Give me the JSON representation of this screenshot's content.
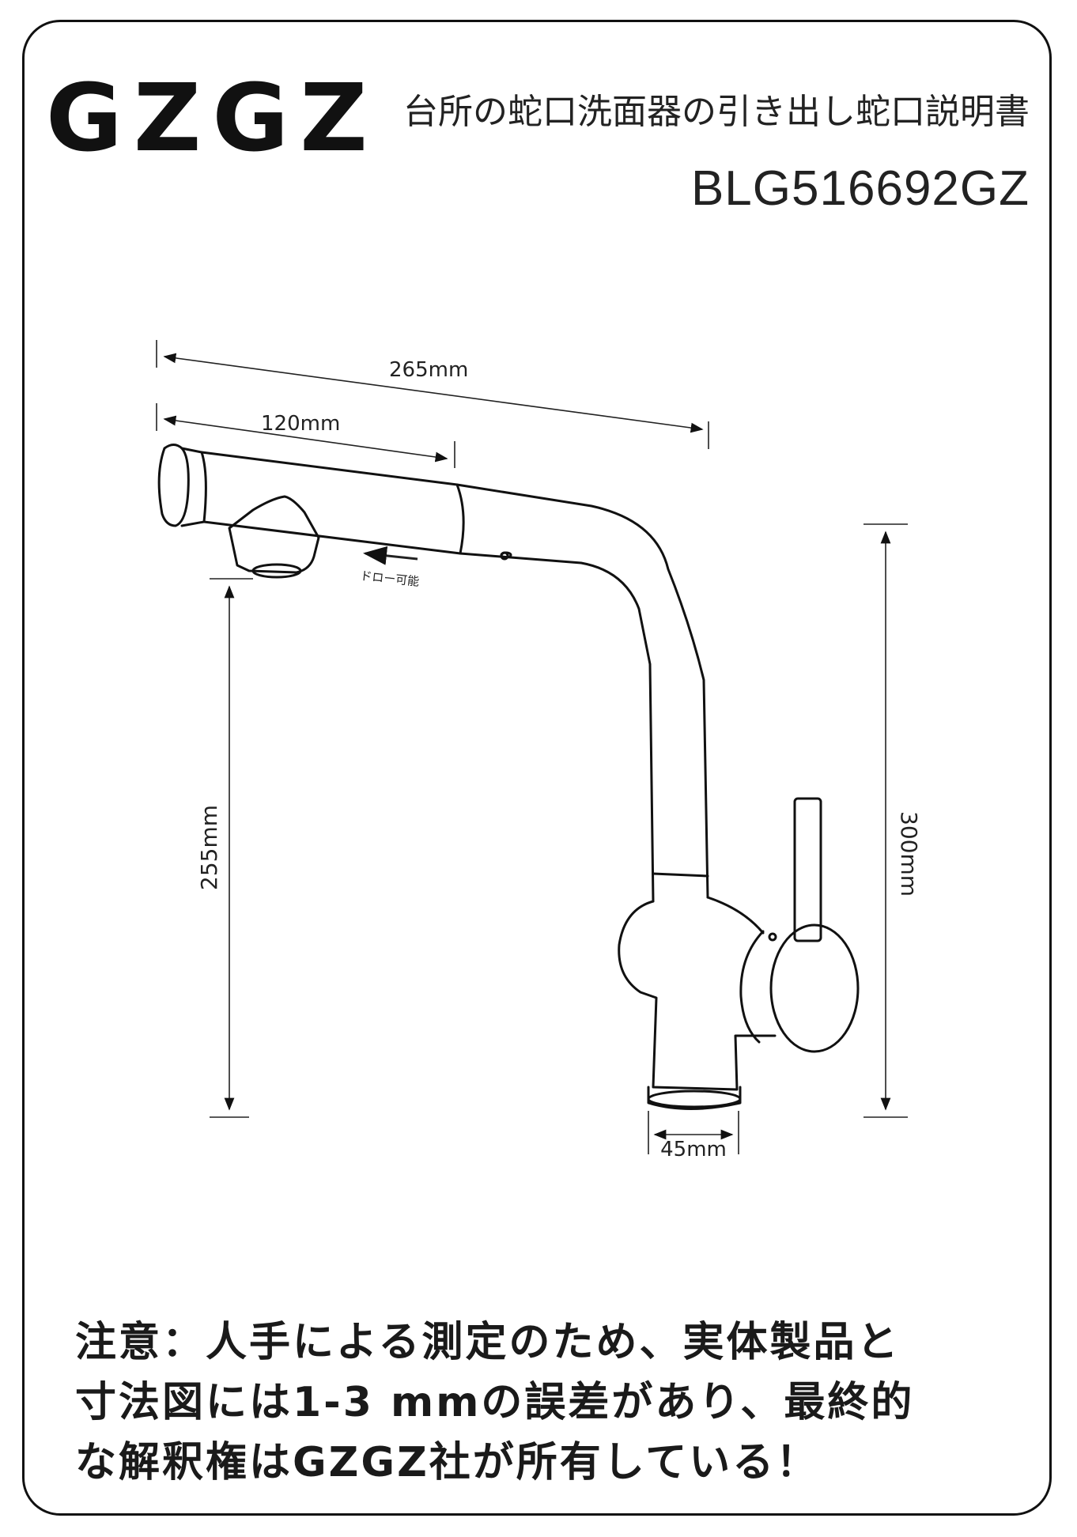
{
  "header": {
    "brand": "GZGZ",
    "doc_title": "台所の蛇口洗面器の引き出し蛇口説明書",
    "model_number": "BLG516692GZ"
  },
  "diagram": {
    "dim_total_length": "265mm",
    "dim_spout_head": "120mm",
    "dim_spout_height": "255mm",
    "dim_total_height": "300mm",
    "dim_base_diameter": "45mm",
    "pull_out_label": "ドロー可能"
  },
  "note": {
    "lines": [
      "注意：人手による測定のため、実体製品と",
      "寸法図には1-3 mmの誤差があり、最終的",
      "な解釈権はGZGZ社が所有している！"
    ]
  },
  "colors": {
    "line": "#111111",
    "background": "#ffffff"
  }
}
